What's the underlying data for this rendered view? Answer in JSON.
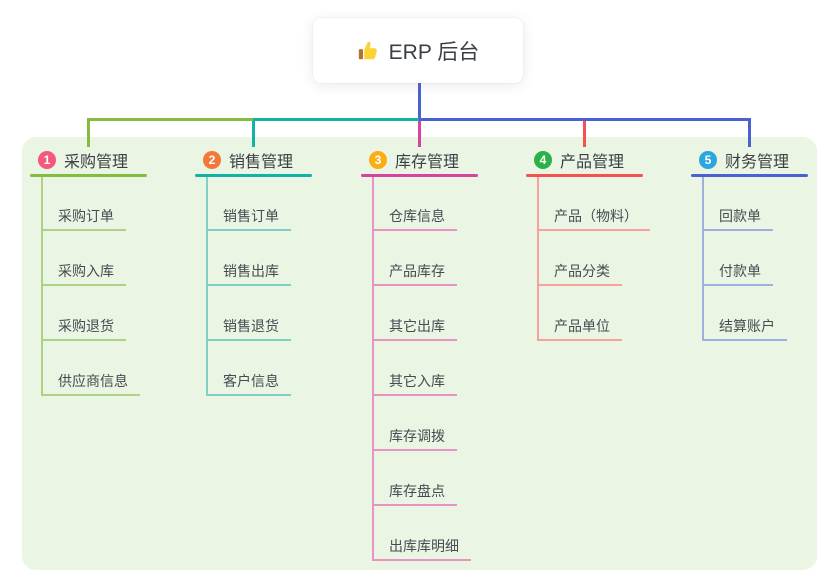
{
  "root": {
    "label": "ERP 后台",
    "icon": "thumbs-up-icon"
  },
  "colors": {
    "canvas_background": "#ffffff",
    "panel_background": "#eaf5e4",
    "root_text": "#3a3f46",
    "branch_text": "#3c4046",
    "child_text": "#474b51",
    "root_stem": "#4a61d2"
  },
  "branches": [
    {
      "index": "1",
      "label": "采购管理",
      "badge_color": "#f5587a",
      "line_color": "#84bb40",
      "light_color": "#aed184",
      "children": [
        "采购订单",
        "采购入库",
        "采购退货",
        "供应商信息"
      ]
    },
    {
      "index": "2",
      "label": "销售管理",
      "badge_color": "#f3793a",
      "line_color": "#12b2a5",
      "light_color": "#7fd0c6",
      "children": [
        "销售订单",
        "销售出库",
        "销售退货",
        "客户信息"
      ]
    },
    {
      "index": "3",
      "label": "库存管理",
      "badge_color": "#f9ae13",
      "line_color": "#d5449e",
      "light_color": "#e794c5",
      "children": [
        "仓库信息",
        "产品库存",
        "其它出库",
        "其它入库",
        "库存调拨",
        "库存盘点",
        "出库库明细"
      ]
    },
    {
      "index": "4",
      "label": "产品管理",
      "badge_color": "#2cb14a",
      "line_color": "#f25350",
      "light_color": "#f6a39c",
      "children": [
        "产品（物料）",
        "产品分类",
        "产品单位"
      ]
    },
    {
      "index": "5",
      "label": "财务管理",
      "badge_color": "#2ba6df",
      "line_color": "#4a61d2",
      "light_color": "#9fafdf",
      "children": [
        "回款单",
        "付款单",
        "结算账户"
      ]
    }
  ]
}
